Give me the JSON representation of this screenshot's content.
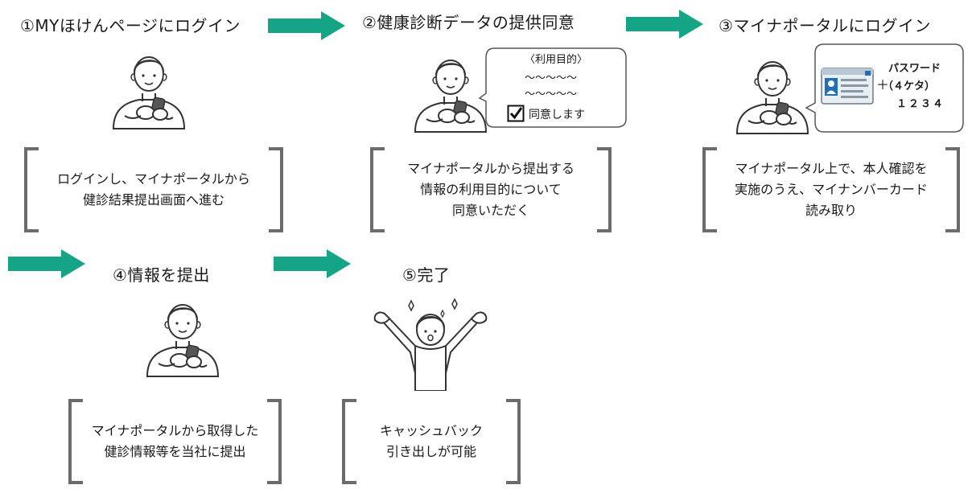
{
  "steps": [
    {
      "title": "①MYほけんページにログイン",
      "lines": [
        "ログインし、マイナポータルから",
        "健診結果提出画面へ進む"
      ]
    },
    {
      "title": "②健康診断データの提供同意",
      "lines": [
        "マイナポータルから提出する",
        "情報の利用目的について",
        "同意いただく"
      ]
    },
    {
      "title": "③マイナポータルにログイン",
      "lines": [
        "マイナポータル上で、本人確認を",
        "実施のうえ、マイナンバーカード",
        "読み取り"
      ]
    },
    {
      "title": "④情報を提出",
      "lines": [
        "マイナポータルから取得した",
        "健診情報等を当社に提出"
      ]
    },
    {
      "title": "⑤完了",
      "lines": [
        "キャッシュバック",
        "引き出しが可能"
      ]
    }
  ],
  "consent_bubble": {
    "heading": "〈利用目的〉",
    "wave_line_1": "～～～～～",
    "wave_line_2": "～～～～～",
    "checkbox_label": "同意します"
  },
  "password_bubble": {
    "line_1": "パスワード",
    "line_2": "（４ケタ）",
    "line_3": "１２３４",
    "plus": "＋"
  },
  "colors": {
    "arrow": "#15a586",
    "bracket": "#6b6b6b",
    "outline": "#333333"
  },
  "icons": [
    "arrow-right-icon",
    "person-with-phone-icon",
    "id-card-icon",
    "checkbox-checked-icon",
    "person-celebrating-icon"
  ]
}
